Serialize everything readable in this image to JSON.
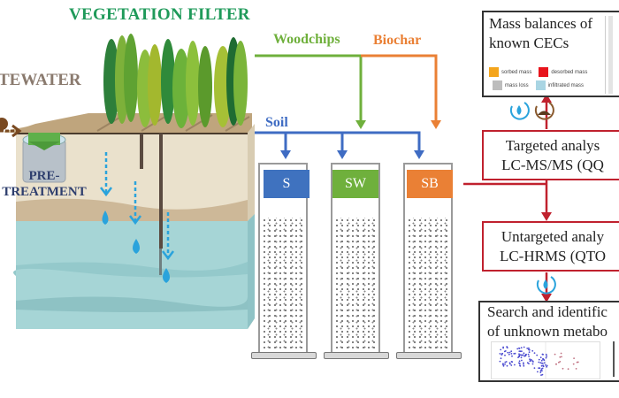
{
  "titles": {
    "vegetation_filter": "VEGETATION FILTER",
    "wastewater": "TEWATER",
    "pretreatment_line1": "PRE-",
    "pretreatment_line2": "TREATMENT"
  },
  "amendments": {
    "woodchips": "Woodchips",
    "biochar": "Biochar",
    "soil": "Soil"
  },
  "columns": [
    {
      "id": "S",
      "label": "S",
      "color": "#3f72bf"
    },
    {
      "id": "SW",
      "label": "SW",
      "color": "#6fb03c"
    },
    {
      "id": "SB",
      "label": "SB",
      "color": "#ea8035"
    }
  ],
  "mass_balance": {
    "line1": "Mass balances of",
    "line2": "known CECs",
    "legend": [
      {
        "label": "sorbed mass",
        "color": "#f4a51c"
      },
      {
        "label": "desorbed mass",
        "color": "#e8141c"
      },
      {
        "label": "mass loss",
        "color": "#bdbdbd"
      },
      {
        "label": "infiltrated mass",
        "color": "#a9d5e3"
      }
    ]
  },
  "targeted": {
    "line1": "Targeted analys",
    "line2": "LC-MS/MS (QQ"
  },
  "untargeted": {
    "line1": "Untargeted analy",
    "line2": "LC-HRMS (QTO"
  },
  "search": {
    "line1": "Search and identific",
    "line2": "of unknown metabo"
  },
  "colors": {
    "red_flow": "#c0212e",
    "water_blue": "#2aa3dc",
    "soil_brown": "#7a4a22"
  }
}
